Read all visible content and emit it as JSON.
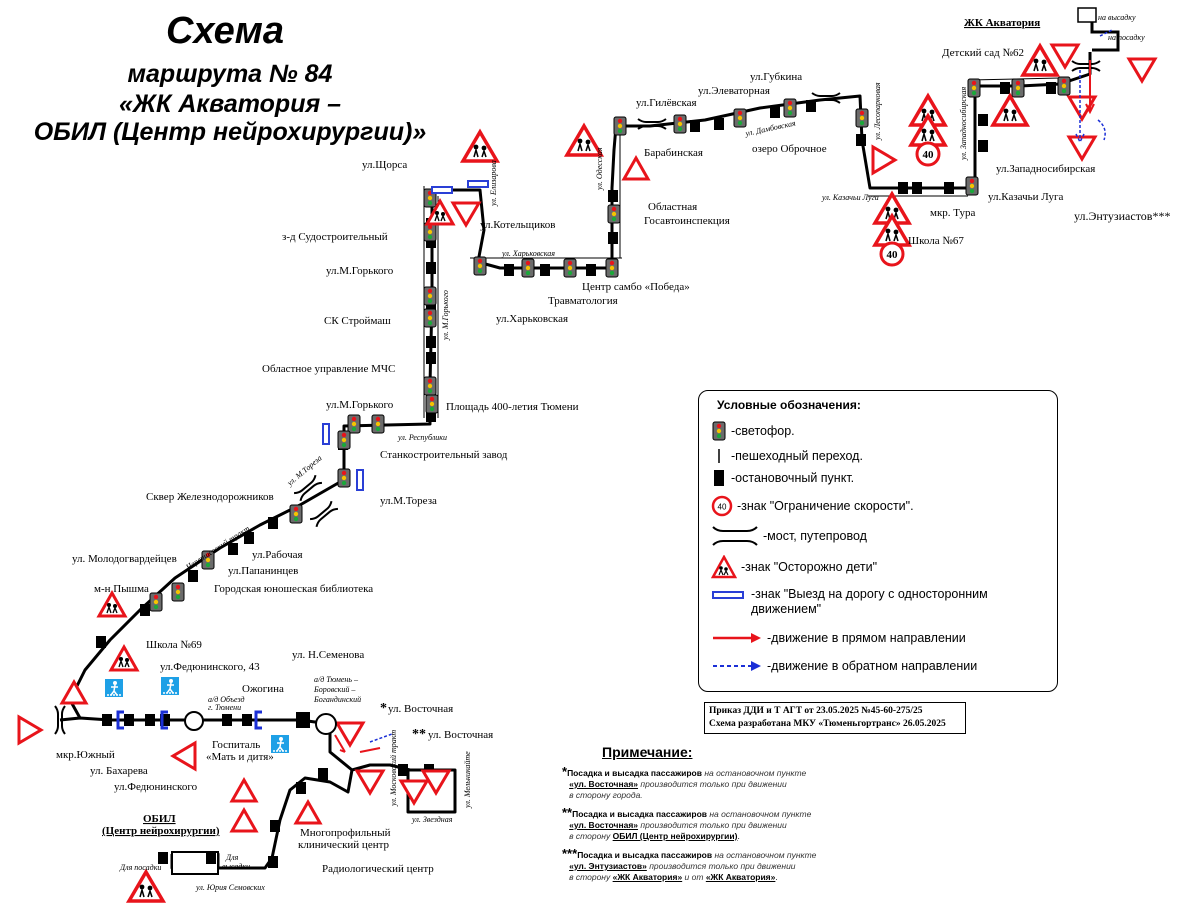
{
  "title": {
    "line1": "Схема",
    "line2": "маршрута № 84",
    "line3": "«ЖК Акватория –",
    "line4": "ОБИЛ (Центр нейрохирургии)»"
  },
  "stops": {
    "shchorsa": "ул.Щорса",
    "sudostroitelny": "з-д Судостроительный",
    "mgorkogo1": "ул.М.Горького",
    "skstroymash": "СК Строймаш",
    "mchs": "Областное управление МЧС",
    "mgorkogo2": "ул.М.Горького",
    "ploshchad": "Площадь 400-летия Тюмени",
    "stankostroitelny": "Станкостроительный завод",
    "toreza": "ул.М.Тореза",
    "skver": "Сквер Железнодорожников",
    "molodogvardeytsev": "ул. Молодогвардейцев",
    "rabochaya": "ул.Рабочая",
    "papanintsev": "ул.Папанинцев",
    "biblioteka": "Городская юношеская библиотека",
    "pyshma": "м-н Пышма",
    "shkola69": "Школа №69",
    "fedyuninskogo43": "ул.Федюнинского, 43",
    "ozhogina": "Ожогина",
    "nsemenova": "ул. Н.Семенова",
    "yuzhny": "мкр.Южный",
    "bakhareva": "ул. Бахарева",
    "fedyuninskogo": "ул.Федюнинского",
    "gospital": "Госпиталь",
    "mat_i_ditya": "«Мать и дитя»",
    "vostochnaya1": "ул. Восточная",
    "vostochnaya2": "ул. Восточная",
    "mnogoprofilny1": "Многопрофильный",
    "mnogoprofilny2": "клинический центр",
    "radiologichesky": "Радиологический центр",
    "obil1": "ОБИЛ",
    "obil2": "(Центр нейрохирургии)",
    "kotelshchikov": "ул.Котельщиков",
    "kharkovskaya": "ул.Харьковская",
    "travmatologiya": "Травматология",
    "sambo": "Центр самбо «Победа»",
    "gai1": "Областная",
    "gai2": "Госавтоинспекция",
    "barabinskaya": "Барабинская",
    "gilevskaya": "ул.Гилёвская",
    "elevatornaya": "ул.Элеваторная",
    "gubkina": "ул.Губкина",
    "obrochnoe": "озеро Оброчное",
    "kazachi_luga": "ул.Казачьи Луга",
    "tura": "мкр. Тура",
    "shkola67": "Школа №67",
    "zapadnosibirskaya": "ул.Западносибирская",
    "detsad62": "Детский сад №62",
    "akvatoriya": "ЖК Акватория",
    "entuziastov": "ул.Энтузиастов***"
  },
  "small_labels": {
    "na_vysadku": "на высадку",
    "na_posadku": "на посадку",
    "respubliki": "ул. Республики",
    "mtoreza_road": "ул. М.Тореза",
    "chervishevsky": "Червишевский тракт",
    "mgorkogo_road": "ул. М.Горького",
    "eliseeva": "ул. Елизарова",
    "kharkovskaya_road": "ул. Харьковская",
    "odesskaya": "ул. Одесская",
    "dambovskaya": "ул. Дамбовская",
    "lesoparkovaya": "ул. Лесопарковая",
    "kazachi_luga_road": "ул. Казачьи Луга",
    "zapadnosib_road": "ул. Западносибирская",
    "obezd1": "а/д Объезд",
    "obezd2": "г. Тюмени",
    "tyumen_road1": "а/д Тюмень –",
    "tyumen_road2": "Боровский –",
    "tyumen_road3": "Богандинский",
    "moskovsky": "ул. Московский тракт",
    "zvezdnaya": "ул. Звездная",
    "melnikayte": "ул. Мельникайте",
    "dlya_posadki": "Для посадки",
    "dlya_vysadki1": "Для",
    "dlya_vysadki2": "высадки",
    "semenovoy": "ул. Юрия Семовских",
    "star1": "*",
    "star2": "**"
  },
  "speed_sign": "40",
  "legend": {
    "title": "Условные обозначения:",
    "traffic_light": "-светофор.",
    "crossing": "-пешеходный переход.",
    "stop": "-остановочный пункт.",
    "speed_limit": "-знак \"Ограничение скорости\".",
    "bridge": "-мост, путепровод",
    "children": "-знак \"Осторожно дети\"",
    "one_way1": "-знак \"Выезд на дорогу с односторонним",
    "one_way2": "движением\"",
    "forward": "-движение в прямом направлении",
    "backward": "-движение в обратном направлении",
    "speed_value": "40"
  },
  "order": {
    "line1": "Приказ ДДИ и Т АГТ от 23.05.2025 №45-60-275/25",
    "line2": "Схема разработана МКУ «Тюменьгортранс» 26.05.2025"
  },
  "notes": {
    "heading": "Примечание:",
    "n1_star": "*",
    "n1_a": "Посадка и высадка пассажиров",
    "n1_b": "на остановочном пункте",
    "n1_c": "«ул. Восточная»",
    "n1_d": "производится только при движении",
    "n1_e": "в сторону города.",
    "n2_star": "**",
    "n2_a": "Посадка и высадка пассажиров",
    "n2_b": "на остановочном пункте",
    "n2_c": "«ул. Восточная»",
    "n2_d": "производится только при движении",
    "n2_e": "в сторону",
    "n2_f": "ОБИЛ (Центр нейрохирургии)",
    "n3_star": "***",
    "n3_a": "Посадка и высадка пассажиров",
    "n3_b": "на остановочном пункте",
    "n3_c": "«ул. Энтузиастов»",
    "n3_d": "производится только при движении",
    "n3_e": "в сторону",
    "n3_f": "«ЖК Акватория»",
    "n3_g": "и от",
    "n3_h": "«ЖК Акватория»"
  },
  "colors": {
    "forward": "#e8141b",
    "backward": "#1b2fd6",
    "route": "#000000",
    "sign_red": "#e8141b",
    "one_way": "#2a3fd6",
    "ped_blue": "#1ea0e6"
  }
}
